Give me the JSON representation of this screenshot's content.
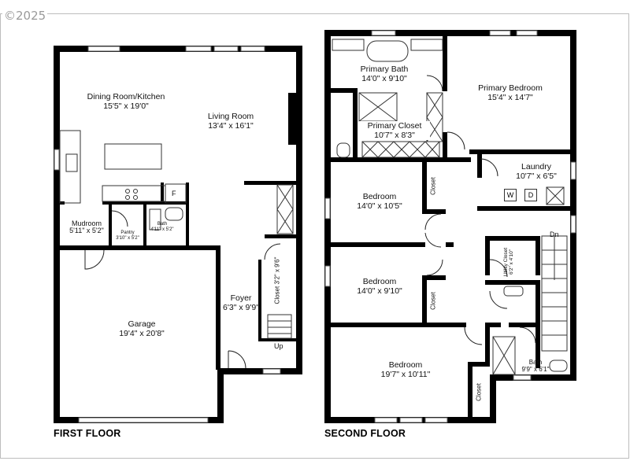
{
  "copyright": "©2025",
  "floors": {
    "first": {
      "title": "FIRST FLOOR",
      "rooms": [
        {
          "name": "Dining Room/Kitchen",
          "dims": "15'5\" x 19'0\""
        },
        {
          "name": "Living Room",
          "dims": "13'4\" x 16'1\""
        },
        {
          "name": "Mudroom",
          "dims": "5'11\" x 5'2\""
        },
        {
          "name": "Pantry",
          "dims": "3'10\" x 5'2\""
        },
        {
          "name": "Bath",
          "dims": "4'11\" x 5'2\""
        },
        {
          "name": "Garage",
          "dims": "19'4\" x 20'8\""
        },
        {
          "name": "Foyer",
          "dims": "6'3\" x 9'9\""
        },
        {
          "name": "Closet",
          "dims": "3'2\" x 9'6\""
        }
      ],
      "fridge_label": "F",
      "stair_label": "Up"
    },
    "second": {
      "title": "SECOND FLOOR",
      "rooms": [
        {
          "name": "Primary Bath",
          "dims": "14'0\" x 9'10\""
        },
        {
          "name": "Primary Bedroom",
          "dims": "15'4\" x 14'7\""
        },
        {
          "name": "Primary Closet",
          "dims": "10'7\" x 8'3\""
        },
        {
          "name": "Laundry",
          "dims": "10'7\" x 6'5\""
        },
        {
          "name": "Bedroom",
          "dims": "14'0\" x 10'5\""
        },
        {
          "name": "Bedroom",
          "dims": "14'0\" x 9'10\""
        },
        {
          "name": "Bedroom",
          "dims": "19'7\" x 10'11\""
        },
        {
          "name": "Utility Closet",
          "dims": "6'2\" x 4'10\""
        },
        {
          "name": "Bath",
          "dims": "9'9\" x 6'1\""
        }
      ],
      "closet_label": "Closet",
      "washer_label": "W",
      "dryer_label": "D",
      "stair_label": "Dn"
    }
  }
}
